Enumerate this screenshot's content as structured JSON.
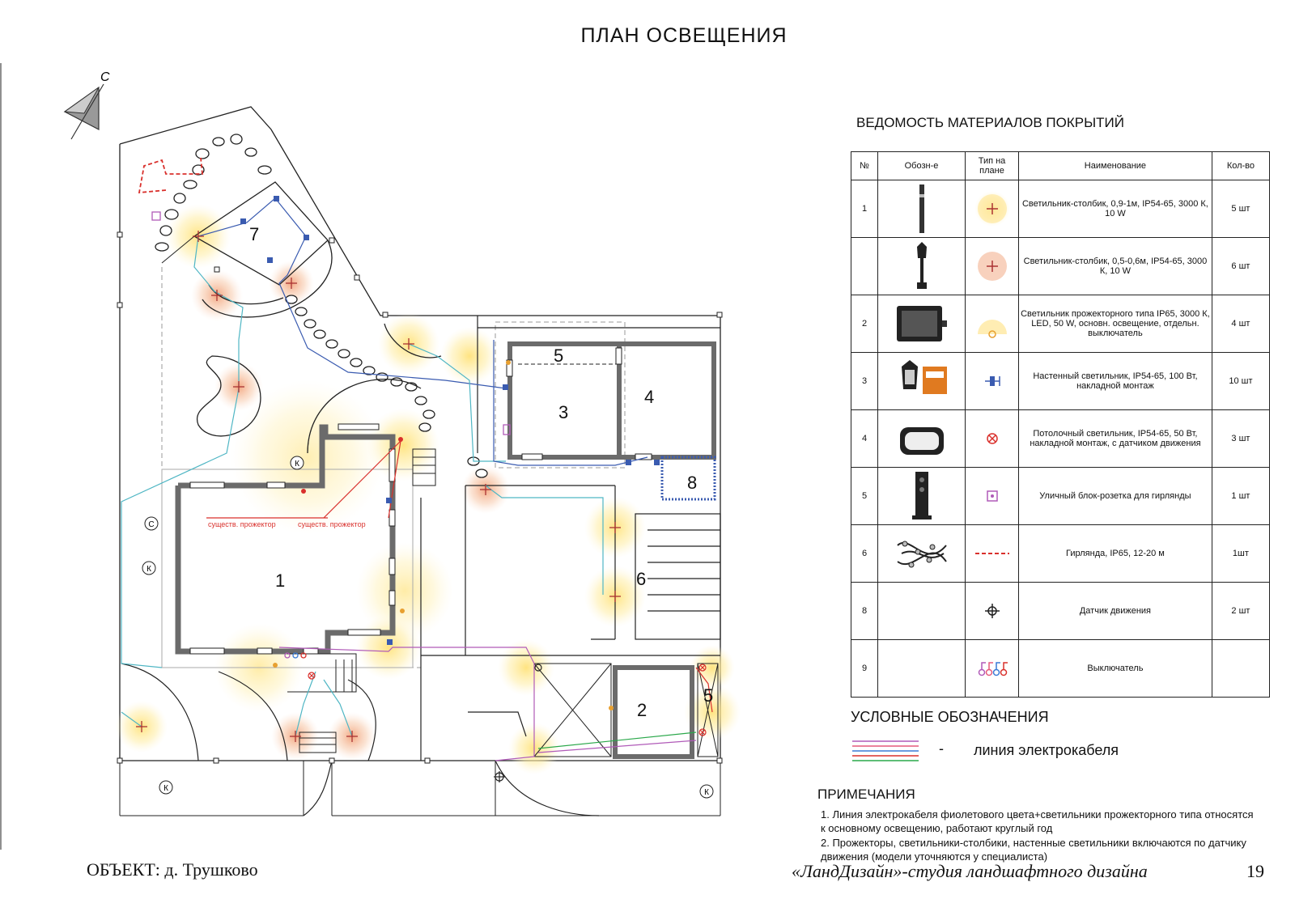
{
  "title": "ПЛАН ОСВЕЩЕНИЯ",
  "north_label": "С",
  "plan": {
    "zones": [
      "1",
      "2",
      "3",
      "4",
      "5",
      "5",
      "6",
      "7",
      "8"
    ],
    "markers": [
      "К",
      "С",
      "К",
      "К",
      "К"
    ],
    "annotation_1": "существ. прожектор",
    "annotation_2": "существ. прожектор"
  },
  "spec": {
    "title": "ВЕДОМОСТЬ МАТЕРИАЛОВ ПОКРЫТИЙ",
    "headers": [
      "№",
      "Обозн-е",
      "Тип на плане",
      "Наименование",
      "Кол-во"
    ],
    "rows": [
      {
        "num": "1",
        "name": "Светильник-столбик, 0,9-1м, IP54-65, 3000 К, 10 W",
        "qty": "5 шт",
        "symbol": "bollard-light-yellow-icon"
      },
      {
        "num": "",
        "name": "Светильник-столбик, 0,5-0,6м, IP54-65, 3000 К, 10 W",
        "qty": "6 шт",
        "symbol": "bollard-light-red-icon"
      },
      {
        "num": "2",
        "name": "Светильник прожекторного типа IP65, 3000 К, LED, 50 W, основн. освещение, отдельн. выключатель",
        "qty": "4 шт",
        "symbol": "floodlight-icon"
      },
      {
        "num": "3",
        "name": "Настенный светильник, IP54-65, 100 Вт, накладной монтаж",
        "qty": "10 шт",
        "symbol": "wall-light-icon"
      },
      {
        "num": "4",
        "name": "Потолочный светильник, IP54-65, 50 Вт, накладной монтаж, с датчиком движения",
        "qty": "3 шт",
        "symbol": "ceiling-light-icon"
      },
      {
        "num": "5",
        "name": "Уличный блок-розетка для гирлянды",
        "qty": "1 шт",
        "symbol": "socket-block-icon"
      },
      {
        "num": "6",
        "name": "Гирлянда, IP65, 12-20 м",
        "qty": "1шт",
        "symbol": "garland-line-icon"
      },
      {
        "num": "8",
        "name": "Датчик движения",
        "qty": "2 шт",
        "symbol": "motion-sensor-icon"
      },
      {
        "num": "9",
        "name": "Выключатель",
        "qty": "",
        "symbol": "switch-icon"
      }
    ]
  },
  "legend": {
    "title": "УСЛОВНЫЕ ОБОЗНАЧЕНИЯ",
    "dash": "-",
    "cable_label": "линия электрокабеля",
    "cable_colors": [
      "#b05ab8",
      "#e65a7a",
      "#3a7bd5",
      "#d9302c",
      "#2aa84a"
    ]
  },
  "notes": {
    "title": "ПРИМЕЧАНИЯ",
    "items": [
      "1.     Линия электрокабеля фиолетового цвета+светильники прожекторного типа относятся к основному освещению, работают круглый год",
      "2.     Прожекторы, светильники-столбики, настенные светильники включаются по датчику движения (модели уточняются у специалиста)"
    ]
  },
  "footer": {
    "object": "ОБЪЕКТ: д. Трушково",
    "studio": "«ЛандДизайн»-студия ландшафтного дизайна",
    "page": "19"
  }
}
